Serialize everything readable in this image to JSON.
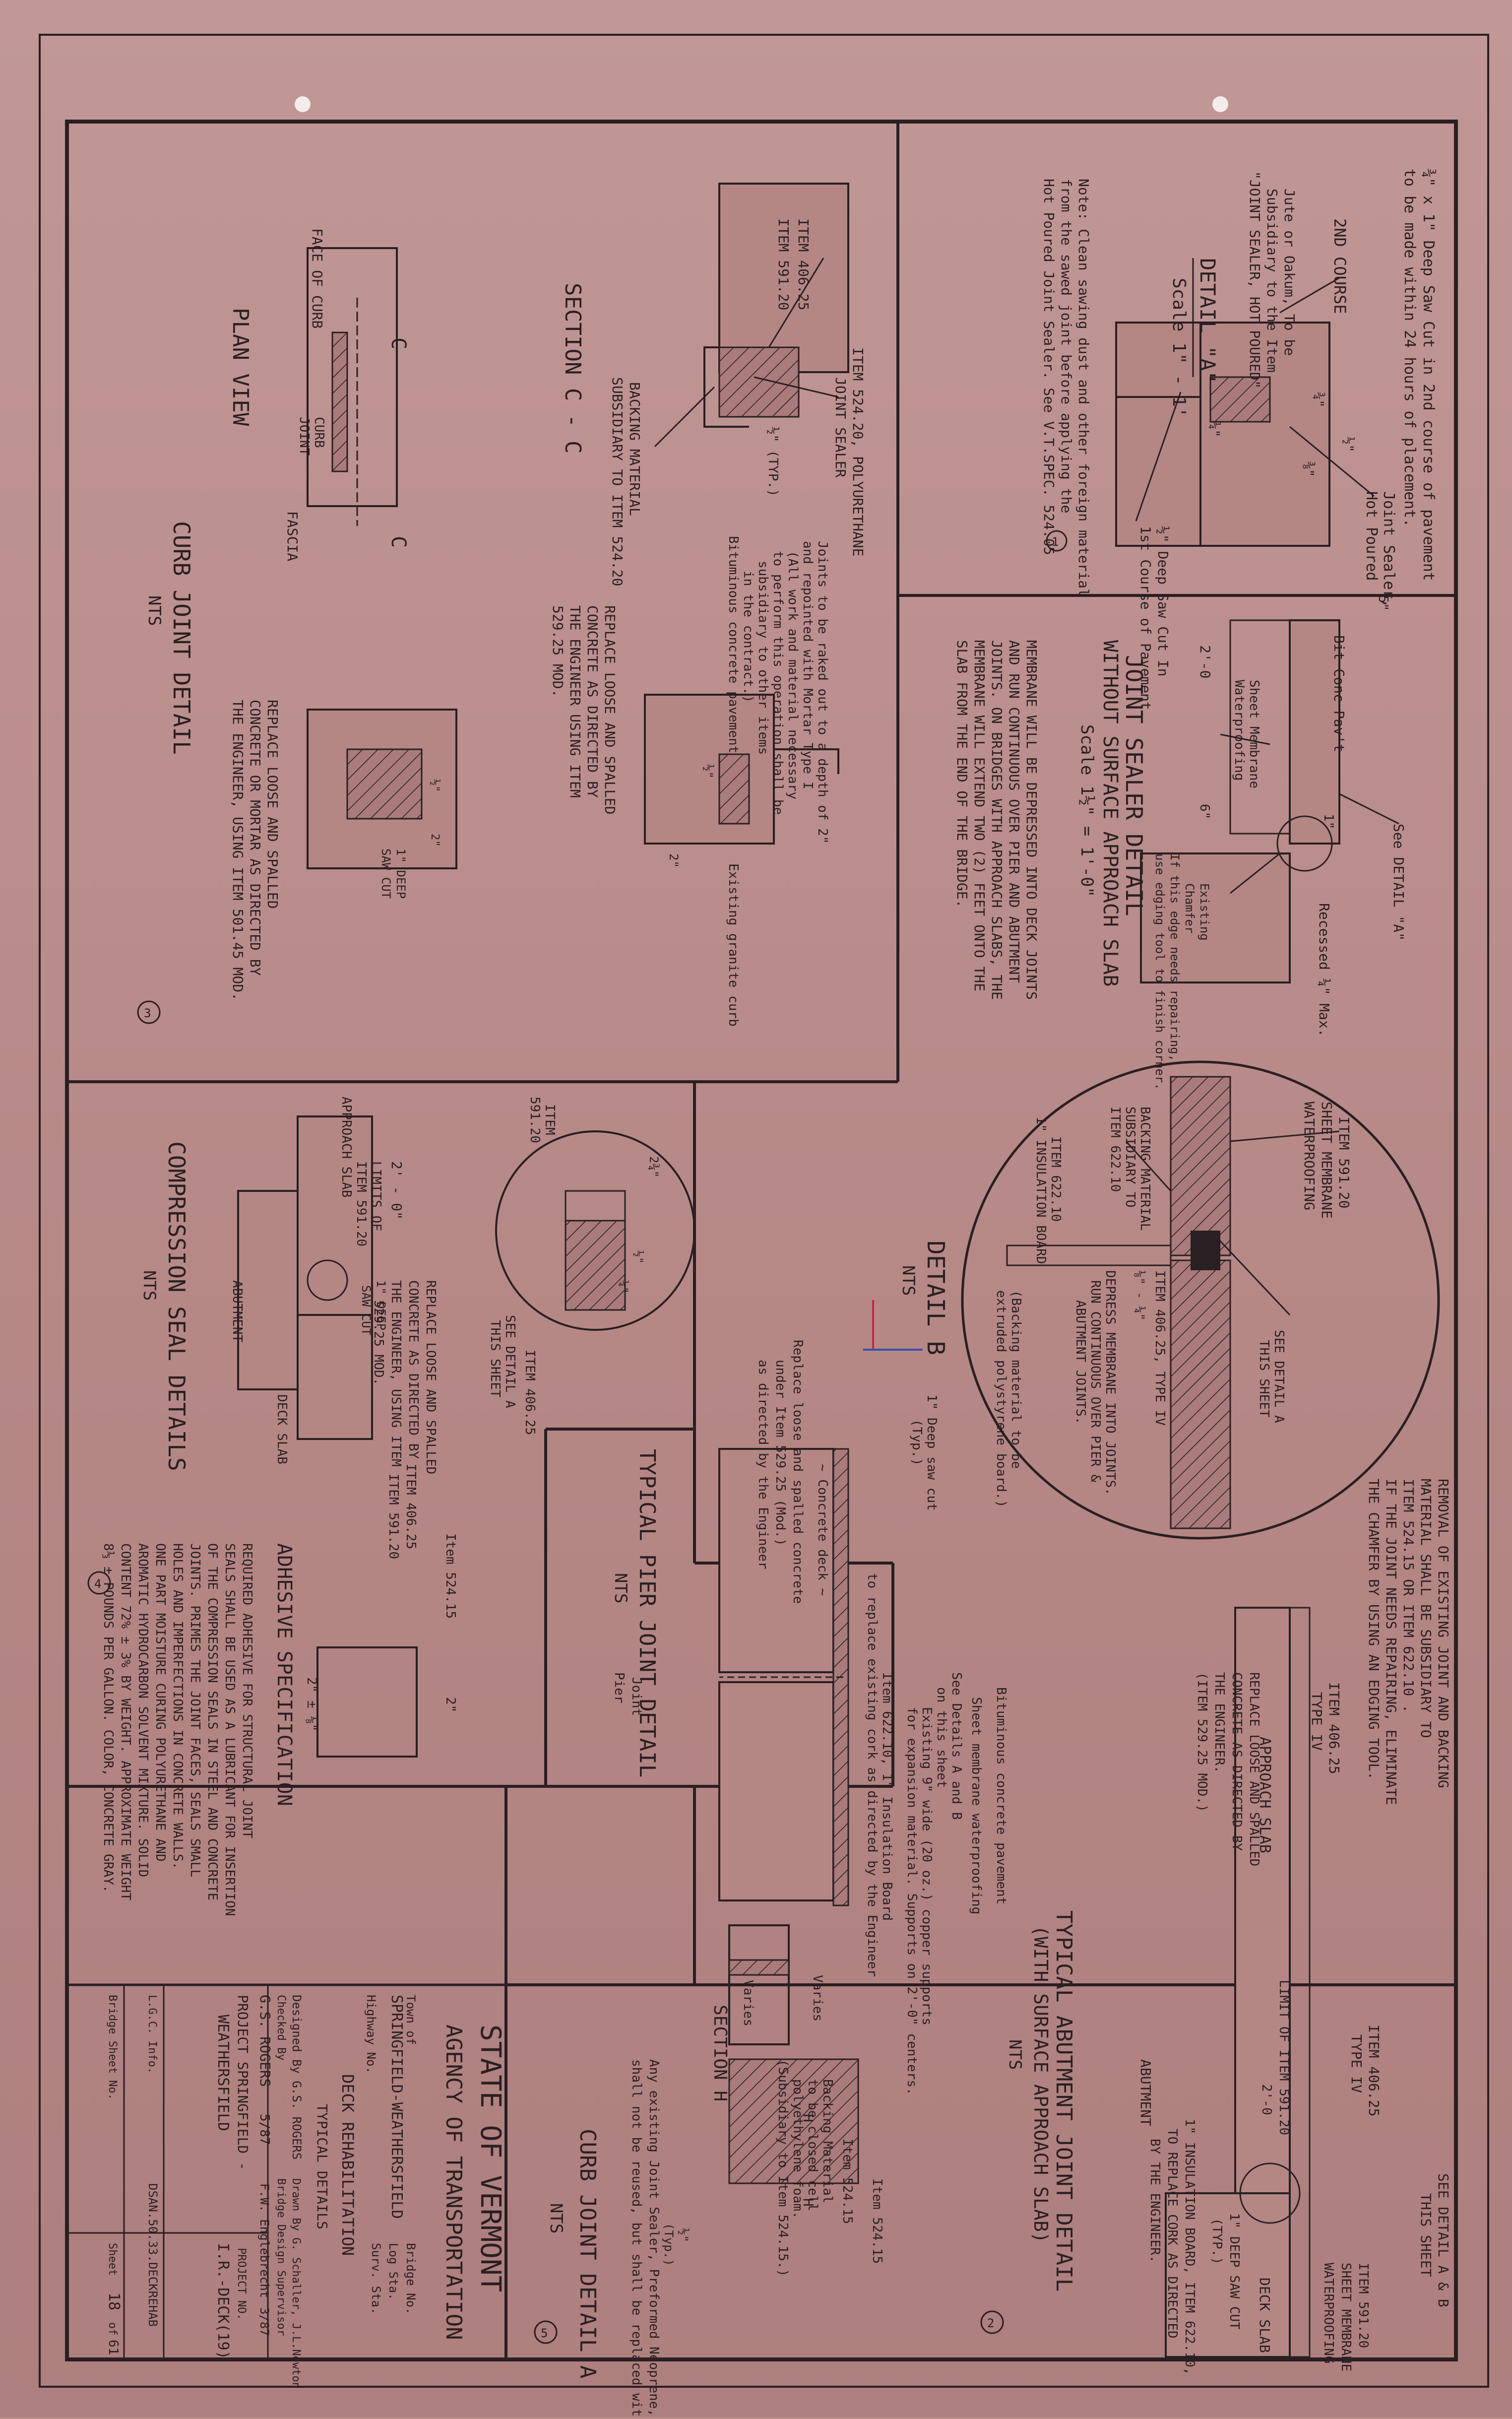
{
  "colors": {
    "paper": "#b98c8a",
    "ink": "#2a1f22",
    "red_mark": "#c0284a",
    "blue_mark": "#3b4fa8"
  },
  "note_top": [
    "¾\" x 1\" Deep Saw Cut in 2nd course of pavement",
    "to be made within 24 hours of placement."
  ],
  "detail_a": {
    "title": "DETAIL \"A\"",
    "scale": "Scale 1\" - 1'",
    "labels": {
      "joint_sealer": "Joint Sealer,",
      "hot_poured": "Hot Poured",
      "second_course": "2ND COURSE",
      "jute_1": "Jute or Oakum, To be",
      "jute_2": "Subsidiary to the Item",
      "jute_3": "\"JOINT SEALER, HOT POURED\"",
      "saw_cut_1": "½\" Deep Saw Cut In",
      "saw_cut_2": "1st Course of Pavement.",
      "dim_half": "½\"",
      "dim_three_quarter": "¾\"",
      "dim_quarter": "¼\"",
      "dim_3_8": "⅜\""
    },
    "note": [
      "Note: Clean sawing dust and other foreign material",
      "from the sawed joint before applying the",
      "Hot Poured Joint Sealer. See V.T.SPEC. 524.05"
    ],
    "number": "1"
  },
  "joint_sealer_detail": {
    "title_1": "JOINT SEALER DETAIL",
    "title_2": "WITHOUT SURFACE APPROACH SLAB",
    "scale": "Scale 1½\" = 1'-0\"",
    "labels": {
      "bit_conc": "Bit Conc Pav't",
      "see_detail_a": "See DETAIL \"A\"",
      "recessed": "Recessed ¼\" Max.",
      "sheet_membrane": "Sheet Membrane",
      "waterproofing": "Waterproofing",
      "dim_2_0": "2'-0",
      "dim_5": "5\"",
      "dim_1": "1\"",
      "dim_6": "6\"",
      "existing_1": "Existing",
      "existing_2": "Chamfer",
      "existing_3": "If this edge needs repairing,",
      "existing_4": "use edging tool to finish corner."
    },
    "membrane_note": [
      "MEMBRANE WILL BE DEPRESSED INTO DECK JOINTS",
      "AND RUN CONTINUOUS OVER PIER AND ABUTMENT",
      "JOINTS. ON BRIDGES WITH APPROACH SLABS, THE",
      "MEMBRANE WILL EXTEND TWO (2) FEET ONTO THE",
      "SLAB FROM THE END OF THE BRIDGE."
    ]
  },
  "detail_b": {
    "title": "DETAIL B",
    "nts": "NTS",
    "labels": {
      "item_59120": "ITEM 591.20",
      "sheet_membrane": "SHEET MEMBRANE",
      "waterproofing": "WATERPROOFING",
      "backing_1": "BACKING MATERIAL",
      "backing_2": "SUBSIDIARY TO",
      "backing_3": "ITEM 622.10",
      "item_62210": "ITEM 622.10",
      "insulation": "1\" INSULATION BOARD",
      "see_detail_a": "SEE DETAIL A",
      "this_sheet": "THIS SHEET",
      "item_406_n": "ITEM 406.25, TYPE IV",
      "depress_1": "DEPRESS MEMBRANE INTO JOINTS.",
      "depress_2": "RUN CONTINUOUS OVER PIER &",
      "depress_3": "ABUTMENT JOINTS.",
      "backing_note_1": "(Backing material to be",
      "backing_note_2": "extruded polystyrene board.)",
      "dim": "⅛\" - ¼\""
    }
  },
  "removal_note": [
    "REMOVAL OF EXISTING JOINT AND BACKING",
    "MATERIAL SHALL BE SUBSIDIARY TO",
    "ITEM 524.15 OR ITEM 622.10 .",
    "IF THE JOINT NEEDS REPAIRING, ELIMINATE",
    "THE CHAMFER BY USING AN EDGING TOOL."
  ],
  "abutment_detail": {
    "title_1": "TYPICAL ABUTMENT JOINT DETAIL",
    "title_2": "(WITH SURFACE APPROACH SLAB)",
    "nts": "NTS",
    "number": "2",
    "labels": {
      "see_detail_ab": "SEE DETAIL A & B",
      "this_sheet": "THIS SHEET",
      "item_406": "ITEM 406.25",
      "type_iv": "TYPE IV",
      "item_406b": "ITEM 406.25",
      "type_iv_b": "TYPE IV",
      "limit": "LIMIT OF ITEM 591.20",
      "dim_2_0": "2'-0",
      "item_59120": "ITEM 591.20",
      "sheet_membrane": "SHEET MEMBRANE",
      "waterproofing": "WATERPROOFING",
      "approach_slab": "APPROACH SLAB",
      "abutment": "ABUTMENT",
      "deck_slab": "DECK SLAB",
      "saw_cut_1": "1\" DEEP SAW CUT",
      "saw_cut_2": "(TYP.)",
      "insul_1": "1\" INSULATION BOARD, ITEM 622.10,",
      "insul_2": "TO REPLACE CORK AS DIRECTED",
      "insul_3": "BY THE ENGINEER.",
      "replace_1": "REPLACE LOOSE AND SPALLED",
      "replace_2": "CONCRETE AS DIRECTED BY",
      "replace_3": "THE ENGINEER.",
      "replace_4": "(ITEM 529.25 MOD.)"
    }
  },
  "section_cc": {
    "title": "SECTION C - C",
    "labels": {
      "item_40625": "ITEM 406.25",
      "item_59120": "ITEM 591.20",
      "item_58420_1": "ITEM 524.20, POLYURETHANE",
      "item_58420_2": "JOINT SEALER",
      "dim": "½\" (TYP.)",
      "backing_1": "BACKING MATERIAL",
      "backing_2": "SUBSIDIARY TO ITEM 524.20"
    }
  },
  "curb_joint": {
    "plan_view": "PLAN VIEW",
    "title": "CURB JOINT DETAIL",
    "nts": "NTS",
    "number": "3",
    "labels": {
      "face_of_curb": "FACE OF CURB",
      "curb_joint": "CURB",
      "curb_joint_2": "JOINT",
      "fascia": "FASCIA",
      "c": "C",
      "joints_1": "Joints to be raked out to a depth of 2\"",
      "joints_2": "and repointed with Mortar Type I",
      "joints_3": "(All work and material necessary",
      "joints_4": "to perform this operation shall be",
      "joints_5": "subsidiary to other items",
      "joints_6": "in the contract.)",
      "bituminous": "Bituminous concrete pavement",
      "existing_granite": "Existing granite curb",
      "dim_2": "2\"",
      "dim_half": "½\"",
      "replace_1": "REPLACE LOOSE AND SPALLED",
      "replace_2": "CONCRETE AS DIRECTED BY",
      "replace_3": "THE ENGINEER USING ITEM",
      "replace_4": "529.25 MOD.",
      "replace_b_1": "REPLACE LOOSE AND SPALLED",
      "replace_b_2": "CONCRETE OR MORTAR AS DIRECTED BY",
      "replace_b_3": "THE ENGINEER, USING ITEM 501.45 MOD.",
      "saw_cut_1": "1\" DEEP",
      "saw_cut_2": "SAW CUT",
      "dim_b": "½\"",
      "dim_c": "2\""
    }
  },
  "compression_seal": {
    "title": "COMPRESSION SEAL DETAILS",
    "nts": "NTS",
    "number": "4",
    "labels": {
      "item_59120": "ITEM",
      "item_59120_b": "591.20",
      "dim_2_0": "2' - 0\"",
      "limits_1": "LIMITS OF",
      "limits_2": "ITEM 591.20",
      "approach_slab": "APPROACH SLAB",
      "abutment": "ABUTMENT",
      "deck_slab": "DECK SLAB",
      "see_detail_a": "SEE DETAIL A",
      "this_sheet": "THIS SHEET",
      "item_40625": "ITEM 406.25",
      "dim_234": "2¾\"",
      "dim_half": "½\"",
      "dim_quarter": "¼\"",
      "saw_cut_1": "1\" DEEP",
      "saw_cut_2": "SAW CUT",
      "replace_1": "REPLACE LOOSE AND SPALLED",
      "replace_2": "CONCRETE AS DIRECTED BY",
      "replace_3": "THE ENGINEER, USING ITEM",
      "replace_4": "529.25 MOD.",
      "item_40625b": "ITEM 406.25",
      "item_59120c": "ITEM 591.20",
      "item_52415": "Item 524.15"
    },
    "adhesive_title": "ADHESIVE SPECIFICATION",
    "adhesive_text": [
      "REQUIRED ADHESIVE FOR STRUCTURAL JOINT",
      "SEALS SHALL BE USED AS A LUBRICANT FOR INSERTION",
      "OF THE COMPRESSION SEALS IN STEEL AND CONCRETE",
      "JOINTS. PRIMES THE JOINT FACES, SEALS SMALL",
      "HOLES AND IMPERFECTIONS IN CONCRETE WALLS.",
      "ONE PART MOISTURE CURING POLYURETHANE AND",
      "AROMATIC HYDROCARBON SOLVENT MIXTURE. SOLID",
      "CONTENT 72% ± 3% BY WEIGHT. APPROXIMATE WEIGHT",
      "8⅓ ± POUNDS PER GALLON. COLOR, CONCRETE GRAY."
    ],
    "seal_dim_1": "2\"",
    "seal_dim_2": "2\" ± ⅛\""
  },
  "pier_joint": {
    "title": "TYPICAL PIER JOINT DETAIL",
    "nts": "NTS",
    "labels": {
      "replace_1": "Replace loose and spalled concrete",
      "replace_2": "under Item 529.25 (Mod.)",
      "replace_3": "as directed by the Engineer",
      "saw_cut_1": "1\" Deep saw cut",
      "saw_cut_2": "(Typ.)",
      "concrete_deck": "~ Concrete deck ~",
      "pier": "Pier",
      "joint": "Joint",
      "bituminous": "Bituminous concrete pavement",
      "sheet_membrane": "Sheet membrane waterproofing",
      "see_details": "See Details A and B",
      "on_this_sheet": "on this sheet",
      "existing_copper": "Existing 9\" wide (20 oz.) copper supports",
      "expansion": "for expansion material. Supports on 2'-0\" centers.",
      "item_62210": "Item 622.10, 1\" Insulation Board",
      "replace_cork": "to replace existing cork as directed by the Engineer",
      "item_52415": "Item 524.15"
    }
  },
  "section_hh": {
    "title": "SECTION H",
    "labels": {
      "varies_1": "Varies",
      "varies_2": "Varies",
      "backing_1": "Backing Material",
      "backing_2": "to be closed cell",
      "backing_3": "polyethylene foam.",
      "backing_4": "(Subsidiary to Item 524.15.)",
      "item_52415": "Item 524.15",
      "dim": "½\"",
      "typ": "(Typ.)",
      "h": "H"
    }
  },
  "curb_detail_a": {
    "note_1": "Any existing Joint Sealer, Preformed Neoprene, if removed,",
    "note_2": "shall not be reused, but shall be replaced with new material.",
    "title": "CURB JOINT DETAIL A",
    "nts": "NTS",
    "number": "5"
  },
  "title_block": {
    "state": "STATE OF VERMONT",
    "agency": "AGENCY OF TRANSPORTATION",
    "town_label": "Town of",
    "town": "SPRINGFIELD-WEATHERSFIELD",
    "highway_label": "Highway No.",
    "bridge_no": "Bridge No.",
    "log_sta": "Log Sta.",
    "surv_sta": "Surv. Sta.",
    "project_title": "DECK REHABILITATION",
    "sub_title": "TYPICAL DETAILS",
    "designed_by": "Designed By G.S. ROGERS",
    "drawn_by": "Drawn By G. Schaller, J.L.Newton",
    "checked_by": "Checked By",
    "bridge_supervisor": "Bridge Design Supervisor",
    "rogers": "G.S. ROGERS",
    "date": "5/87",
    "engineer": "F.W. Englebrecht",
    "rev_date": "3/87",
    "project_label": "PROJECT SPRINGFIELD -",
    "project_name": "WEATHERSFIELD",
    "project_no_label": "PROJECT NO.",
    "project_no": "I.R.-DECK(19)",
    "lgc_info": "L.G.C. Info.",
    "drawing_file": "DSAN.50.33.DECKREHAB",
    "bridge_sheet": "Bridge Sheet No.",
    "sheet": "Sheet",
    "sheet_no": "18",
    "of": "of",
    "total_sheets": "61"
  }
}
